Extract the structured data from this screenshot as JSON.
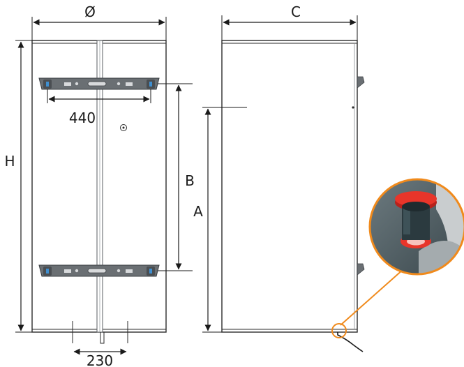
{
  "labels": {
    "diameter": "Ø",
    "depth": "C",
    "height": "H",
    "bracket_spacing": "B",
    "pipe_height": "A",
    "bracket_width": "440",
    "pipe_spacing": "230"
  },
  "colors": {
    "line": "#1a1a1a",
    "tank_outline": "#2a2a2a",
    "bracket": "#5a5e62",
    "bracket_clip": "#3f8fd0",
    "inset_ring": "#f08a1c",
    "plug_red": "#e8352a",
    "inset_bg": "#4e5c62"
  },
  "icons": {
    "inset": "drain-plug-closeup-icon",
    "valve": "valve-knob-icon"
  }
}
